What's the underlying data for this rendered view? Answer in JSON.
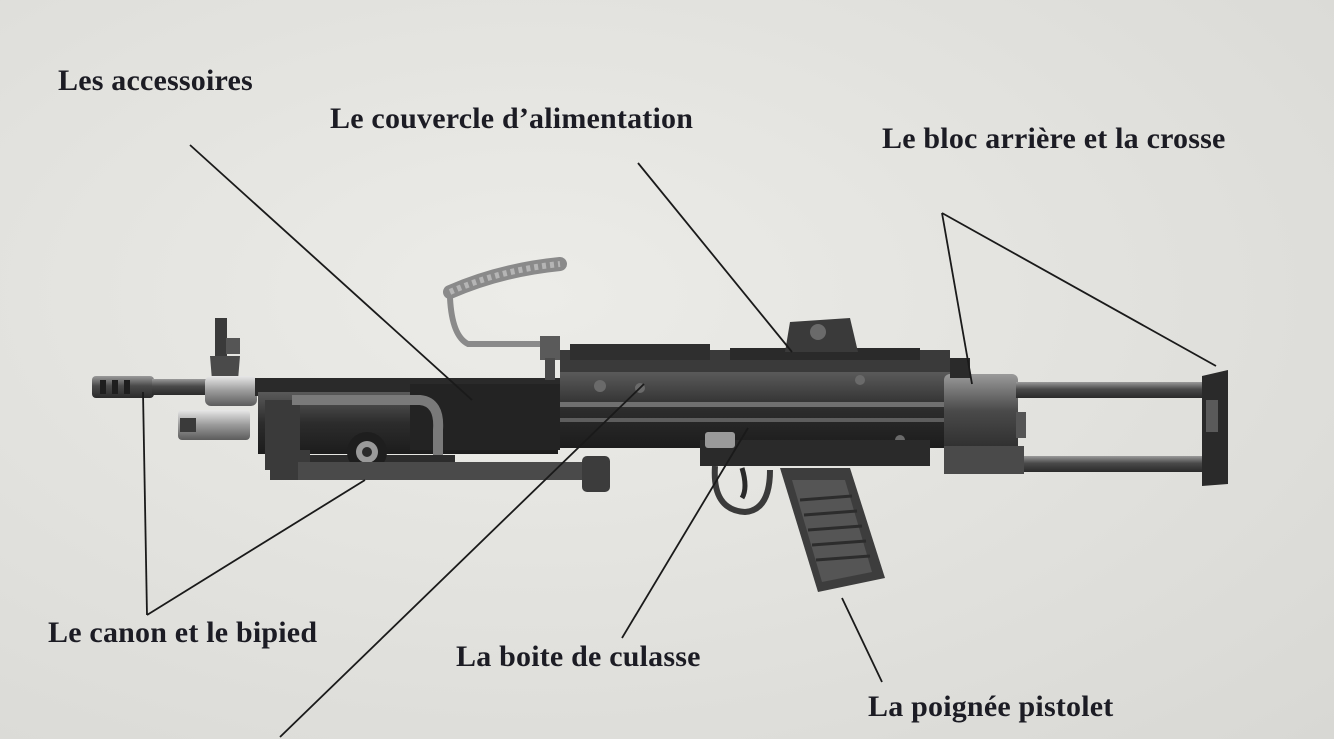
{
  "labels": {
    "accessories": "Les accessoires",
    "feed_cover": "Le couvercle d’alimentation",
    "rear_block_stock": "Le bloc arrière et la crosse",
    "barrel_bipod": "Le canon et le bipied",
    "receiver": "La boite de culasse",
    "pistol_grip": "La poignée pistolet"
  },
  "colors": {
    "background": "#e6e6e2",
    "ink": "#1c1c24",
    "weapon_dark": "#262626",
    "weapon_mid": "#474747",
    "weapon_light": "#8c8c8c"
  }
}
